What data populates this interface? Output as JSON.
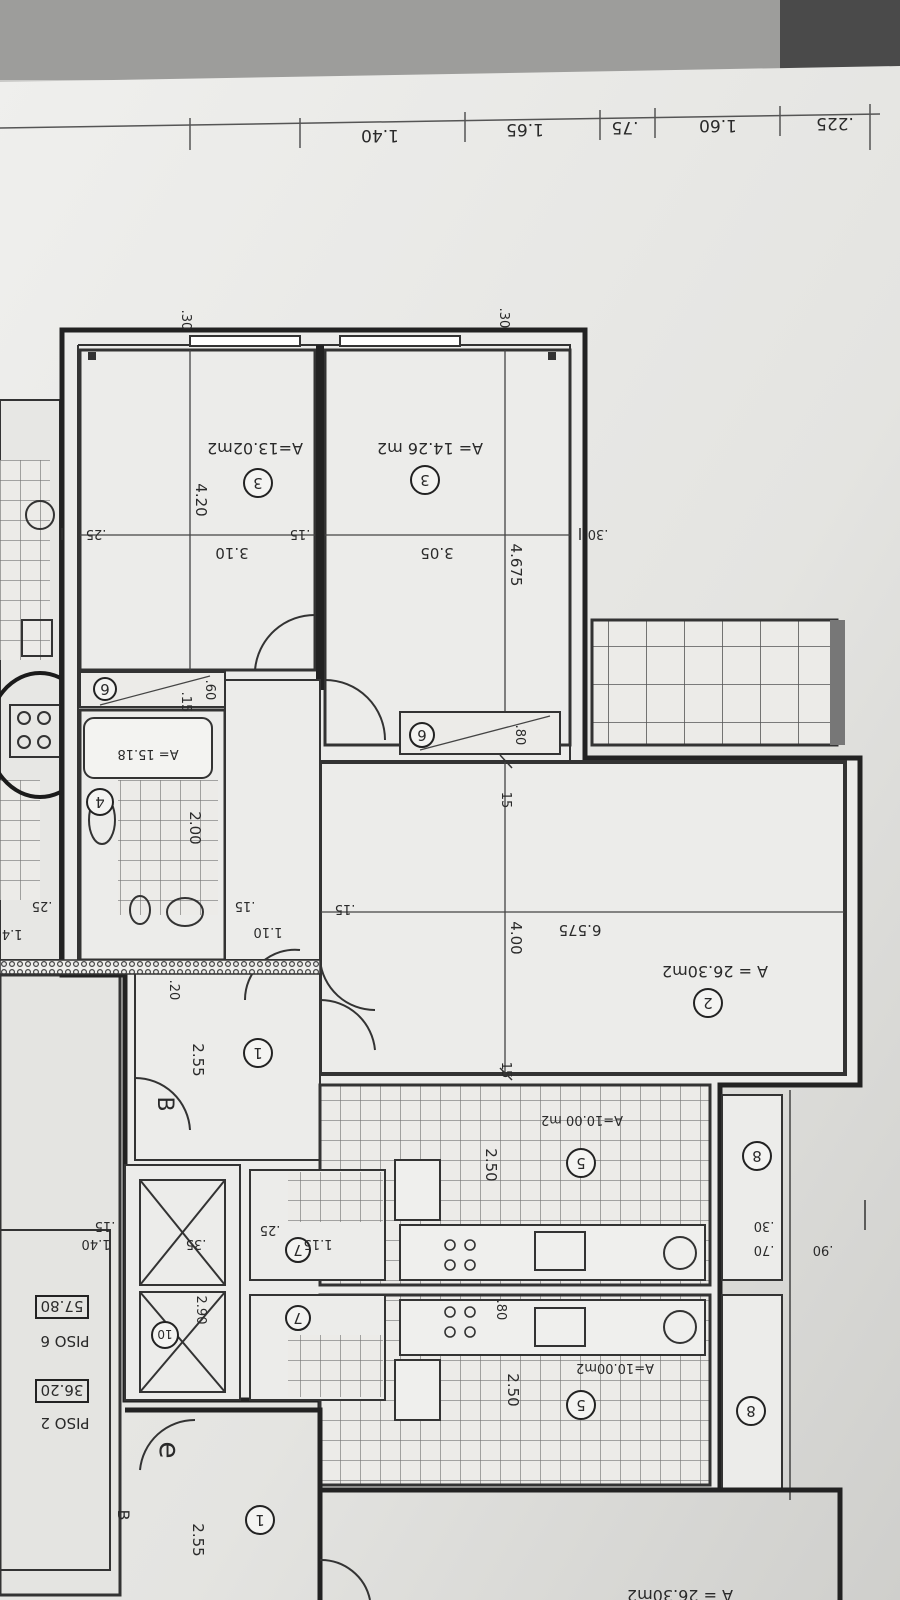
{
  "colors": {
    "paper": "#e9e9e6",
    "ink": "#2a2a2a",
    "shadow": "#5d5d5d",
    "tile": "#8a8a8a"
  },
  "rooms": {
    "bedroom_a": {
      "area": "A=13.02m2",
      "number": "3",
      "width": "3.10",
      "depth": "4.20"
    },
    "bedroom_b": {
      "area": "A= 14.26 m2",
      "number": "3",
      "width": "3.05",
      "depth": "4.675"
    },
    "living": {
      "area": "A = 26.30m2",
      "number": "2",
      "width": "6.575",
      "depth": "4.00"
    },
    "bath": {
      "area": "A= 15.18",
      "number": "4",
      "dim": "2.00"
    },
    "hall": {
      "number": "1",
      "dim": "2.55"
    },
    "kitchen_a": {
      "area": "A=10.00 m2",
      "number": "5",
      "dim": "2.50"
    },
    "kitchen_b": {
      "area": "A=10.00m2",
      "number": "5",
      "dim": "2.50"
    },
    "closet_a": {
      "number": "6"
    },
    "closet_b": {
      "number": "6"
    },
    "laundry_a": {
      "number": "7"
    },
    "laundry_b": {
      "number": "7"
    },
    "terrace_a": {
      "number": "8"
    },
    "terrace_b": {
      "number": "8"
    },
    "stair": {
      "number": "10",
      "dim": "2.90"
    },
    "next_hall": {
      "number": "1",
      "dim": "2.55"
    },
    "next_living": {
      "area": "A = 26.30m2"
    }
  },
  "dims": {
    "top": [
      ".225",
      "1.60",
      ".75",
      "1.65",
      "1.40"
    ],
    "wall_30_a": ".30",
    "wall_30_b": ".30",
    "wall_30_c": ".30",
    "wall_25": ".25",
    "wall_15_a": ".15",
    "wall_15_b": ".15",
    "wall_15_c": ".15",
    "wall_15_d": ".15",
    "wall_15_e": "15",
    "wall_15_f": "15",
    "v_60": ".60",
    "v_15": ".15",
    "v_80": ".80",
    "d_20": ".20",
    "d_110": "1.10",
    "d_25_a": ".25",
    "d_25_b": ".25",
    "d_140_a": "1.40",
    "d_140_b": "1.40",
    "d_115": "1.15",
    "d_30": ".30",
    "d_70": ".70",
    "d_90": ".90",
    "d_35": ".35",
    "d_80b": ".80"
  },
  "legend": {
    "piso6": "PISO 6",
    "val6": "57.80",
    "piso2": "PISO 2",
    "val2": "36.20"
  },
  "marks": {
    "b1": "B",
    "b2": "B",
    "e": "e"
  }
}
